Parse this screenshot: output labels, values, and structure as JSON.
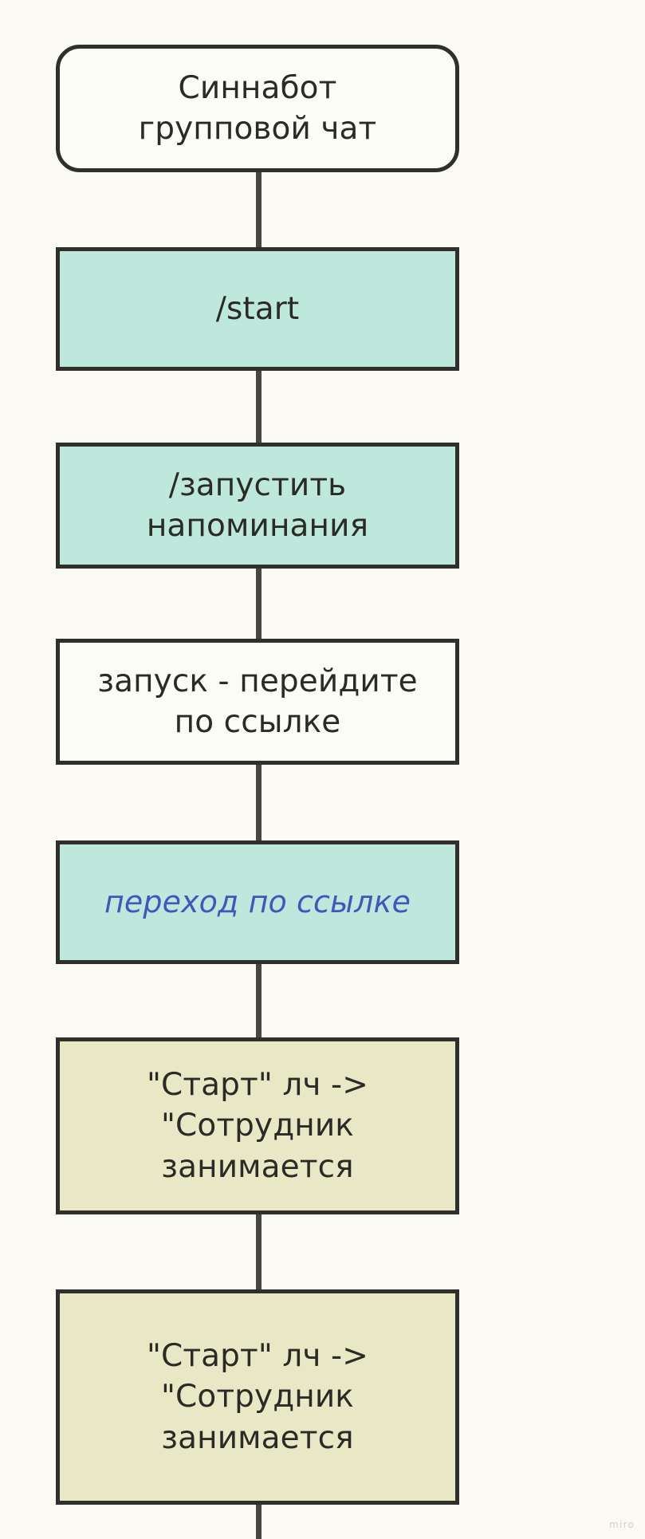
{
  "canvas": {
    "background_color": "#fbfbf4",
    "watermark": "miro"
  },
  "diagram": {
    "title": "Синнабот групповой чат",
    "connector_color": "#47473f",
    "border_color": "#2f2f2b",
    "nodes": [
      {
        "id": "node-title",
        "label": "Синнабот\nгрупповой чат",
        "shape": "rounded-rectangle",
        "fill": "#fcfcf6",
        "text_color": "#2b2b26",
        "text_style": "normal"
      },
      {
        "id": "node-start-command",
        "label": "/start",
        "shape": "rectangle",
        "fill": "#bfe8dd",
        "text_color": "#2b2b26",
        "text_style": "normal"
      },
      {
        "id": "node-launch-reminders",
        "label": "/запустить\nнапоминания",
        "shape": "rectangle",
        "fill": "#bfe8dd",
        "text_color": "#2b2b26",
        "text_style": "normal"
      },
      {
        "id": "node-launch-follow-link",
        "label": "запуск - перейдите\nпо ссылке",
        "shape": "rectangle",
        "fill": "#fcfcf6",
        "text_color": "#2b2b26",
        "text_style": "normal"
      },
      {
        "id": "node-link-transition",
        "label": "переход по ссылке",
        "shape": "rectangle",
        "fill": "#bfe8dd",
        "text_color": "#4455bb",
        "text_style": "italic"
      },
      {
        "id": "node-start-dm",
        "label": "\"Старт\" лч ->\n\"Сотрудник\nзанимается",
        "shape": "rectangle",
        "fill": "#e9e8c6",
        "text_color": "#2b2b26",
        "text_style": "normal"
      }
    ],
    "edges": [
      {
        "id": "edge-1",
        "from": "node-title",
        "to": "node-start-command"
      },
      {
        "id": "edge-2",
        "from": "node-start-command",
        "to": "node-launch-reminders"
      },
      {
        "id": "edge-3",
        "from": "node-launch-reminders",
        "to": "node-launch-follow-link"
      },
      {
        "id": "edge-4",
        "from": "node-launch-follow-link",
        "to": "node-link-transition"
      },
      {
        "id": "edge-5",
        "from": "node-link-transition",
        "to": "node-start-dm"
      },
      {
        "id": "edge-6",
        "from": "node-start-dm",
        "to": "node-offscreen-next"
      }
    ]
  }
}
